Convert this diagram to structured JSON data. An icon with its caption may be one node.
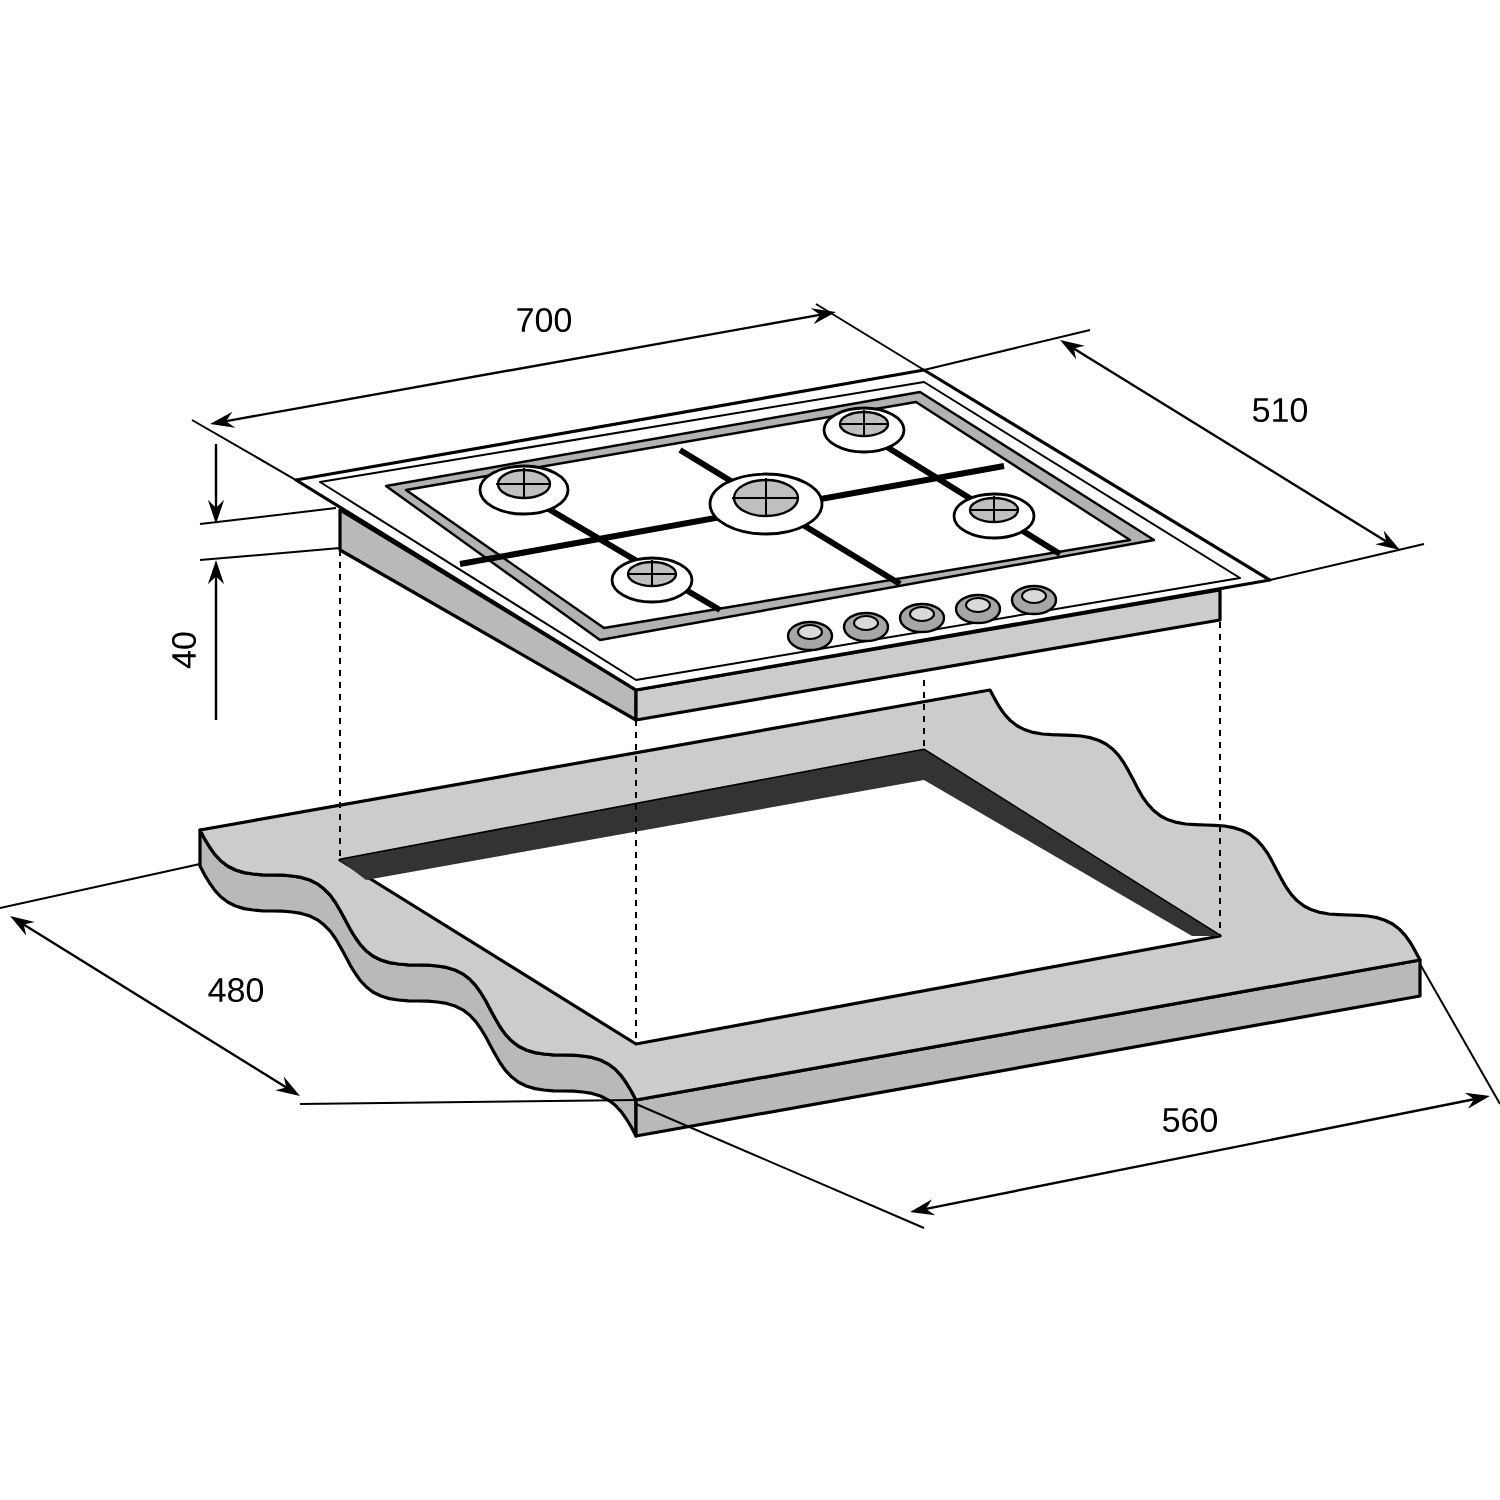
{
  "diagram": {
    "labels": [
      "700",
      "510",
      "40",
      "480",
      "560"
    ]
  }
}
